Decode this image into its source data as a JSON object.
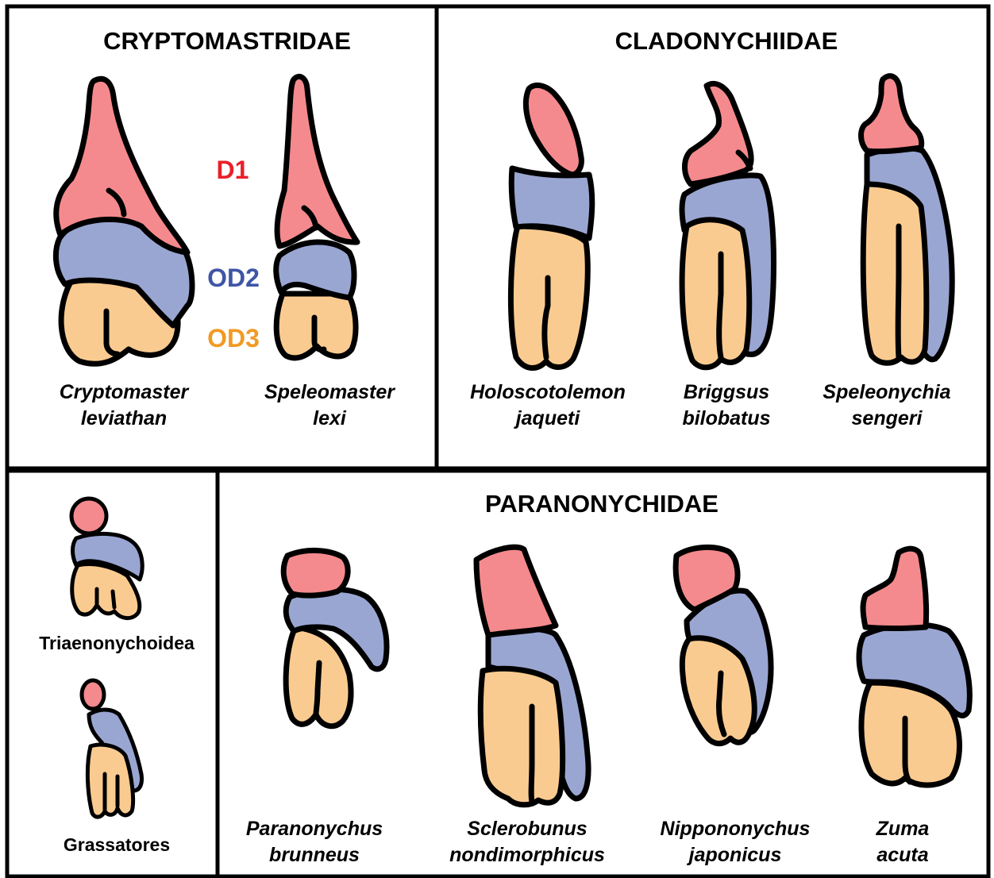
{
  "colors": {
    "d1": "#f48a8d",
    "od2": "#9aa6d2",
    "od3": "#facb90",
    "d1_label": "#e8202a",
    "od2_label": "#3f55a6",
    "od3_label": "#f29a23",
    "outline": "#000000"
  },
  "panels": {
    "cryptomastridae": {
      "title": "CRYPTOMASTRIDAE",
      "species": [
        {
          "line1": "Cryptomaster",
          "line2": "leviathan"
        },
        {
          "line1": "Speleomaster",
          "line2": "lexi"
        }
      ],
      "segment_labels": {
        "d1": "D1",
        "od2": "OD2",
        "od3": "OD3"
      }
    },
    "cladonychiidae": {
      "title": "CLADONYCHIIDAE",
      "species": [
        {
          "line1": "Holoscotolemon",
          "line2": "jaqueti"
        },
        {
          "line1": "Briggsus",
          "line2": "bilobatus"
        },
        {
          "line1": "Speleonychia",
          "line2": "sengeri"
        }
      ]
    },
    "outgroups": {
      "groups": [
        "Triaenonychoidea",
        "Grassatores"
      ]
    },
    "paranonychidae": {
      "title": "PARANONYCHIDAE",
      "species": [
        {
          "line1": "Paranonychus",
          "line2": "brunneus"
        },
        {
          "line1": "Sclerobunus",
          "line2": "nondimorphicus"
        },
        {
          "line1": "Nippononychus",
          "line2": "japonicus"
        },
        {
          "line1": "Zuma",
          "line2": "acuta"
        }
      ]
    }
  }
}
